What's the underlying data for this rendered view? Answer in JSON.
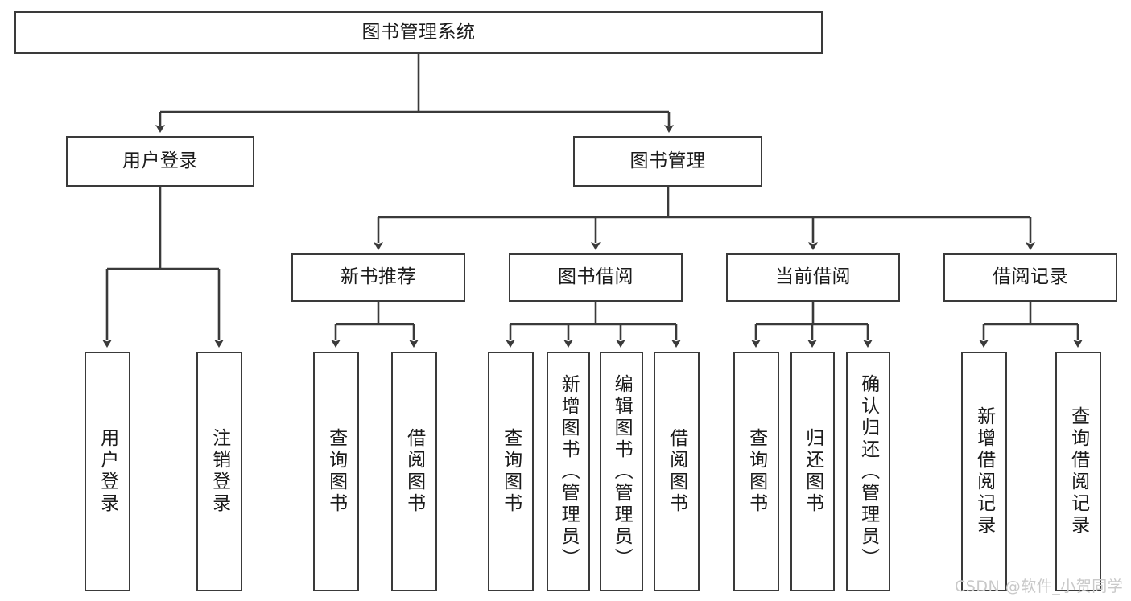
{
  "diagram": {
    "title": "图书管理系统",
    "type": "tree-hierarchy",
    "background_color": "#ffffff",
    "border_color": "#3a3a3a",
    "text_color": "#1b1b1b"
  },
  "nodes": {
    "root": {
      "label": "图书管理系统"
    },
    "level2": [
      {
        "id": "user-login",
        "label": "用户登录"
      },
      {
        "id": "book-management",
        "label": "图书管理"
      }
    ],
    "level3": [
      {
        "id": "new-book-recommend",
        "label": "新书推荐"
      },
      {
        "id": "book-borrow",
        "label": "图书借阅"
      },
      {
        "id": "current-borrow",
        "label": "当前借阅"
      },
      {
        "id": "borrow-record",
        "label": "借阅记录"
      }
    ],
    "leaves": {
      "user_login": [
        {
          "id": "leaf-user-login",
          "label": "用户登录"
        },
        {
          "id": "leaf-logout-login",
          "label": "注销登录"
        }
      ],
      "new_book_recommend": [
        {
          "id": "leaf-query-book-1",
          "label": "查询图书"
        },
        {
          "id": "leaf-borrow-book-1",
          "label": "借阅图书"
        }
      ],
      "book_borrow": [
        {
          "id": "leaf-query-book-2",
          "label": "查询图书"
        },
        {
          "id": "leaf-add-book",
          "label": "新增图书（管理员）"
        },
        {
          "id": "leaf-edit-book",
          "label": "编辑图书（管理员）"
        },
        {
          "id": "leaf-borrow-book-2",
          "label": "借阅图书"
        }
      ],
      "current_borrow": [
        {
          "id": "leaf-query-book-3",
          "label": "查询图书"
        },
        {
          "id": "leaf-return-book",
          "label": "归还图书"
        },
        {
          "id": "leaf-confirm-return",
          "label": "确认归还（管理员）"
        }
      ],
      "borrow_record": [
        {
          "id": "leaf-add-record",
          "label": "新增借阅记录"
        },
        {
          "id": "leaf-query-record",
          "label": "查询借阅记录"
        }
      ]
    }
  },
  "watermark": {
    "text": "CSDN @软件_小贺同学"
  }
}
